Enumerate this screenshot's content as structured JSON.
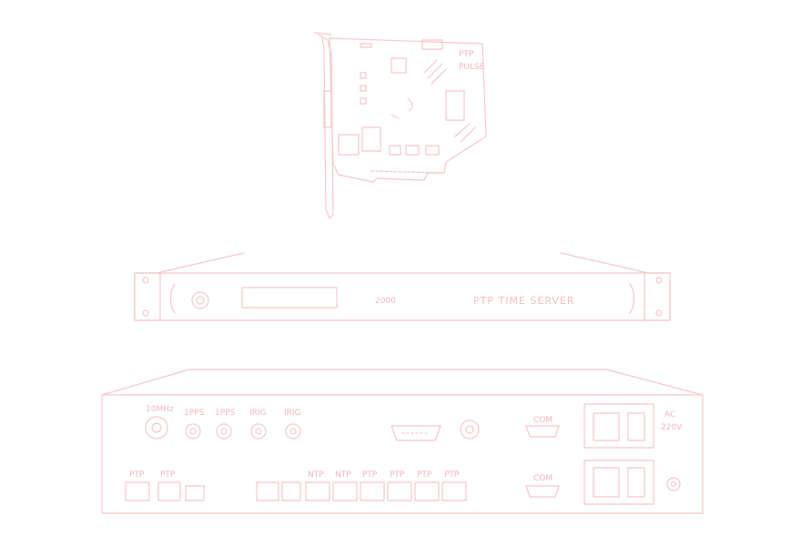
{
  "theme": {
    "stroke": "#f3c8cc",
    "text": "#efb7bd",
    "background": "#ffffff"
  },
  "pci_card": {
    "labels": [
      "PTP",
      "PULSE"
    ]
  },
  "rack_front": {
    "model": "2000",
    "title": "PTP TIME SERVER"
  },
  "rear_panel": {
    "bnc_labels": [
      "10MHz",
      "1PPS",
      "1PPS",
      "IRIG",
      "IRIG"
    ],
    "port_labels_left": [
      "PTP",
      "PTP"
    ],
    "port_labels_mid": [
      "NTP",
      "NTP",
      "PTP",
      "PTP",
      "PTP",
      "PTP"
    ],
    "serial_labels": [
      "COM",
      "COM"
    ],
    "power_label": [
      "AC",
      "220V"
    ]
  }
}
